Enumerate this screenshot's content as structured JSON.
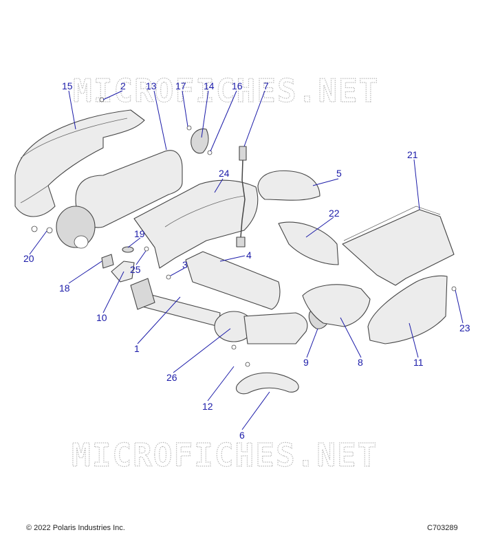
{
  "watermark": "MICROFICHES.NET",
  "callouts": [
    {
      "id": "15",
      "label": "15"
    },
    {
      "id": "2",
      "label": "2"
    },
    {
      "id": "13",
      "label": "13"
    },
    {
      "id": "17",
      "label": "17"
    },
    {
      "id": "14",
      "label": "14"
    },
    {
      "id": "16",
      "label": "16"
    },
    {
      "id": "7",
      "label": "7"
    },
    {
      "id": "24",
      "label": "24"
    },
    {
      "id": "5",
      "label": "5"
    },
    {
      "id": "21",
      "label": "21"
    },
    {
      "id": "22",
      "label": "22"
    },
    {
      "id": "19",
      "label": "19"
    },
    {
      "id": "20",
      "label": "20"
    },
    {
      "id": "18",
      "label": "18"
    },
    {
      "id": "25",
      "label": "25"
    },
    {
      "id": "3",
      "label": "3"
    },
    {
      "id": "4",
      "label": "4"
    },
    {
      "id": "10",
      "label": "10"
    },
    {
      "id": "1",
      "label": "1"
    },
    {
      "id": "23",
      "label": "23"
    },
    {
      "id": "9",
      "label": "9"
    },
    {
      "id": "8",
      "label": "8"
    },
    {
      "id": "11",
      "label": "11"
    },
    {
      "id": "26",
      "label": "26"
    },
    {
      "id": "12",
      "label": "12"
    },
    {
      "id": "6",
      "label": "6"
    }
  ],
  "footer": {
    "copyright": "© 2022 Polaris Industries Inc.",
    "drawing_number": "C703289"
  }
}
